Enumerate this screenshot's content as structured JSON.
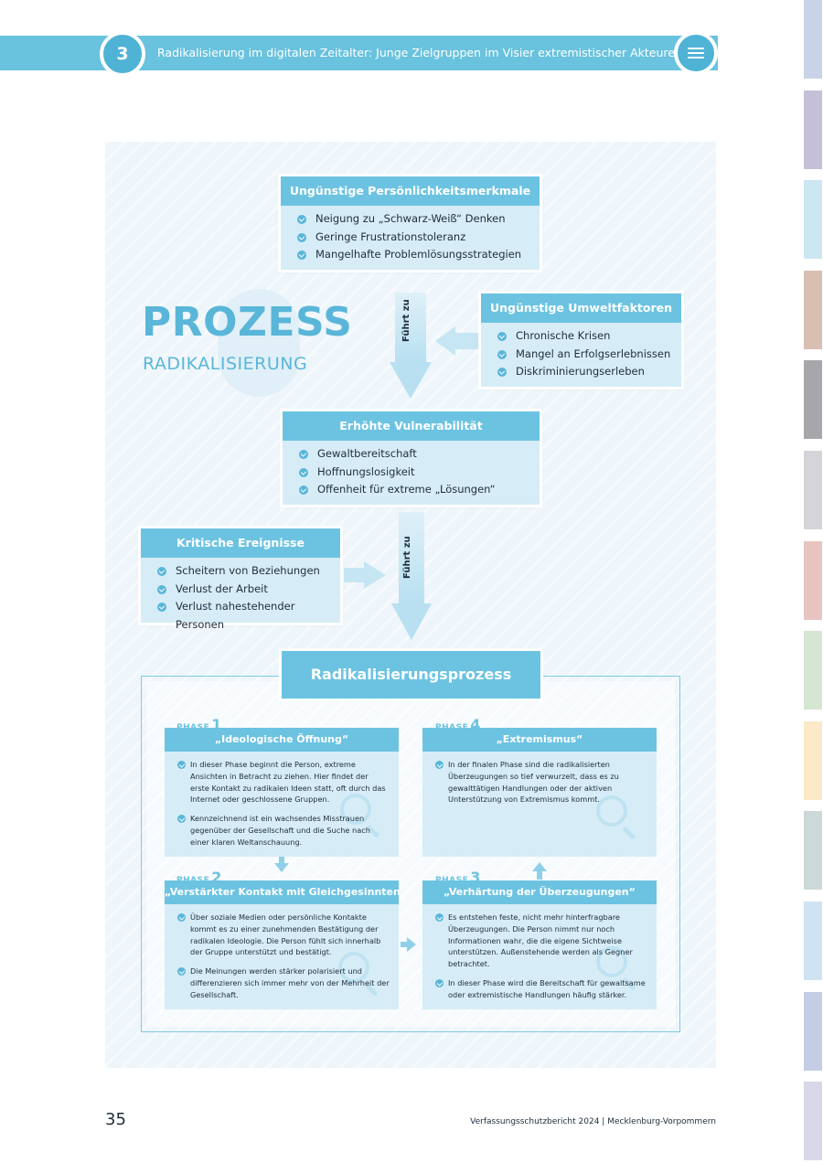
{
  "header": {
    "chapter_number": "3",
    "title": "Radikalisierung im digitalen Zeitalter: Junge Zielgruppen im Visier extremistischer Akteure",
    "menu_icon": "hamburger-menu-icon"
  },
  "side_tabs": [
    "#c9d3e8",
    "#c5bfd8",
    "#cce6f2",
    "#d8bfb2",
    "#a7a7ab",
    "#d5d5d9",
    "#e8c4c0",
    "#d5e6d2",
    "#fbe9c7",
    "#cdd8d8",
    "#cfe3f2",
    "#c5cde5",
    "#d8d8ea"
  ],
  "colors": {
    "accent": "#6cc3e1",
    "panel": "#eef6fb",
    "card": "#d6edf7"
  },
  "heading": {
    "main": "PROZESS",
    "sub": "RADIKALISIERUNG"
  },
  "boxes": {
    "persoenlichkeit": {
      "title": "Ungünstige Persönlichkeitsmerkmale",
      "items": [
        "Neigung zu „Schwarz-Weiß“ Denken",
        "Geringe Frustrationstoleranz",
        "Mangelhafte Problemlösungsstrategien"
      ]
    },
    "umwelt": {
      "title": "Ungünstige Umweltfaktoren",
      "items": [
        "Chronische Krisen",
        "Mangel an Erfolgserlebnissen",
        "Diskriminierungserleben"
      ]
    },
    "vulnerabilitaet": {
      "title": "Erhöhte Vulnerabilität",
      "items": [
        "Gewaltbereitschaft",
        "Hoffnungslosigkeit",
        "Offenheit für extreme „Lösungen“"
      ]
    },
    "ereignisse": {
      "title": "Kritische Ereignisse",
      "items": [
        "Scheitern von Beziehungen",
        "Verlust der Arbeit",
        "Verlust nahestehender Personen"
      ]
    }
  },
  "arrow_label": "Führt zu",
  "process": {
    "title": "Radikalisierungsprozess",
    "phase_word": "PHASE",
    "phases": [
      {
        "number": "1",
        "title": "„Ideologische Öffnung“",
        "items": [
          "In dieser Phase beginnt die Person, extreme Ansichten in Betracht zu ziehen. Hier findet der erste Kontakt zu radikalen Ideen statt, oft durch das Internet oder geschlossene Gruppen.",
          "Kennzeichnend ist ein wachsendes Misstrauen gegenüber der Gesellschaft und die Suche nach einer klaren Weltanschauung."
        ]
      },
      {
        "number": "2",
        "title": "„Verstärkter Kontakt mit Gleichgesinnten“",
        "items": [
          "Über soziale Medien oder persönliche Kontakte kommt es zu einer zunehmenden Bestätigung der radikalen Ideologie. Die Person fühlt sich innerhalb der Gruppe unterstützt und bestätigt.",
          "Die Meinungen werden stärker polarisiert und differenzieren sich immer mehr von der Mehrheit der Gesellschaft."
        ]
      },
      {
        "number": "3",
        "title": "„Verhärtung der Überzeugungen“",
        "items": [
          "Es entstehen feste, nicht mehr hinterfragbare Überzeugungen. Die Person nimmt nur noch Informationen wahr, die die eigene Sichtweise unterstützen. Außenstehende werden als Gegner betrachtet.",
          "In dieser Phase wird die Bereitschaft für gewaltsame oder extremistische Handlungen häufig stärker."
        ]
      },
      {
        "number": "4",
        "title": "„Extremismus“",
        "items": [
          "In der finalen Phase sind die radikalisierten Überzeugungen so tief verwurzelt, dass es zu gewalttätigen Handlungen oder der aktiven Unterstützung von Extremismus kommt."
        ]
      }
    ]
  },
  "footer": {
    "page_number": "35",
    "source": "Verfassungsschutzbericht 2024 | Mecklenburg-Vorpommern"
  }
}
